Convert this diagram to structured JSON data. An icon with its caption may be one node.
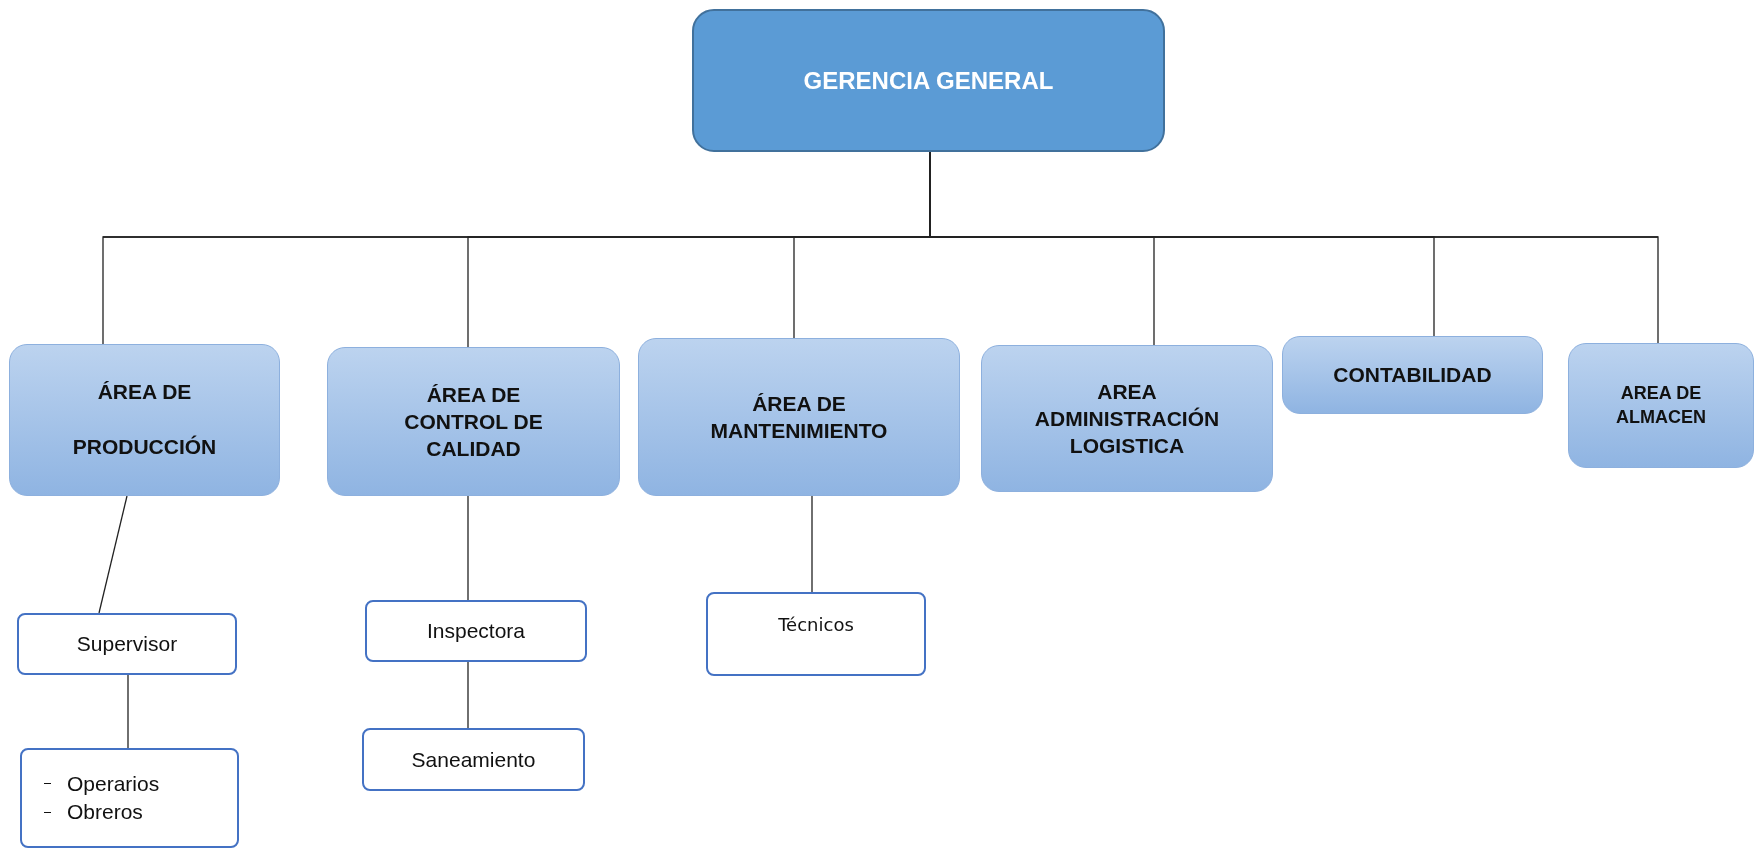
{
  "diagram": {
    "nodes": [
      {
        "text": [
          "GERENCIA GENERAL"
        ]
      },
      {
        "text": [
          "ÁREA DE PRODUCCIÓN"
        ]
      },
      {
        "text": [
          "ÁREA DE CONTROL DE CALIDAD"
        ]
      },
      {
        "text": [
          "ÁREA DE MANTENIMIENTO"
        ]
      },
      {
        "text": [
          "AREA ADMINISTRACIÓN LOGISTICA"
        ]
      },
      {
        "text": [
          "CONTABILIDAD"
        ]
      },
      {
        "text": [
          "AREA DE ALMACEN"
        ]
      },
      {
        "text": [
          "Supervisor"
        ]
      },
      {
        "text": [
          "Operarios",
          "Obreros"
        ]
      },
      {
        "text": [
          "Inspectora"
        ]
      },
      {
        "text": [
          "Saneamiento"
        ]
      },
      {
        "text": [
          "Técnicos"
        ]
      }
    ],
    "edges": [
      {
        "from": 0,
        "to": 1,
        "arrow": "none"
      },
      {
        "from": 0,
        "to": 2,
        "arrow": "none"
      },
      {
        "from": 0,
        "to": 3,
        "arrow": "none"
      },
      {
        "from": 0,
        "to": 4,
        "arrow": "none"
      },
      {
        "from": 0,
        "to": 5,
        "arrow": "none"
      },
      {
        "from": 0,
        "to": 6,
        "arrow": "none"
      },
      {
        "from": 1,
        "to": 7,
        "arrow": "none"
      },
      {
        "from": 7,
        "to": 8,
        "arrow": "none"
      },
      {
        "from": 2,
        "to": 9,
        "arrow": "none"
      },
      {
        "from": 9,
        "to": 10,
        "arrow": "none"
      },
      {
        "from": 3,
        "to": 11,
        "arrow": "none"
      }
    ]
  }
}
